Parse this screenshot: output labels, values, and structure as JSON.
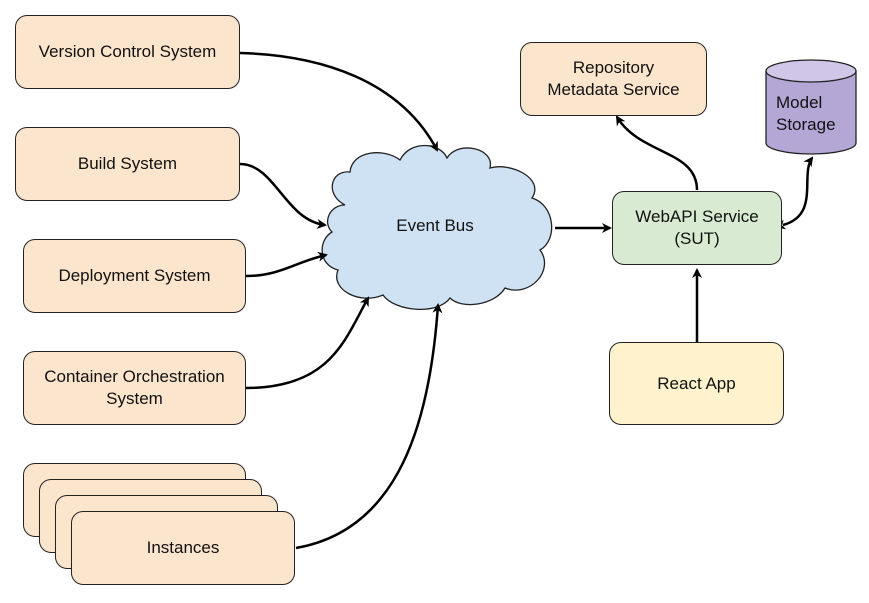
{
  "diagram": {
    "nodes": {
      "vcs": "Version Control System",
      "build": "Build System",
      "deploy": "Deployment System",
      "container": "Container Orchestration System",
      "instances": "Instances",
      "event_bus": "Event Bus",
      "repo_meta": "Repository Metadata Service",
      "webapi": "WebAPI Service (SUT)",
      "model_storage": "Model Storage",
      "react": "React App"
    },
    "edges": [
      {
        "from": "Version Control System",
        "to": "Event Bus"
      },
      {
        "from": "Build System",
        "to": "Event Bus"
      },
      {
        "from": "Deployment System",
        "to": "Event Bus"
      },
      {
        "from": "Container Orchestration System",
        "to": "Event Bus"
      },
      {
        "from": "Instances",
        "to": "Event Bus"
      },
      {
        "from": "Event Bus",
        "to": "WebAPI Service (SUT)"
      },
      {
        "from": "WebAPI Service (SUT)",
        "to": "Repository Metadata Service"
      },
      {
        "from": "WebAPI Service (SUT)",
        "to": "Model Storage",
        "bidirectional": true
      },
      {
        "from": "React App",
        "to": "WebAPI Service (SUT)"
      }
    ],
    "colors": {
      "source_fill": "#fce5cd",
      "bus_fill": "#cfe2f3",
      "sut_fill": "#d9ead3",
      "storage_fill": "#b4a7d6",
      "client_fill": "#fff2cc"
    }
  }
}
